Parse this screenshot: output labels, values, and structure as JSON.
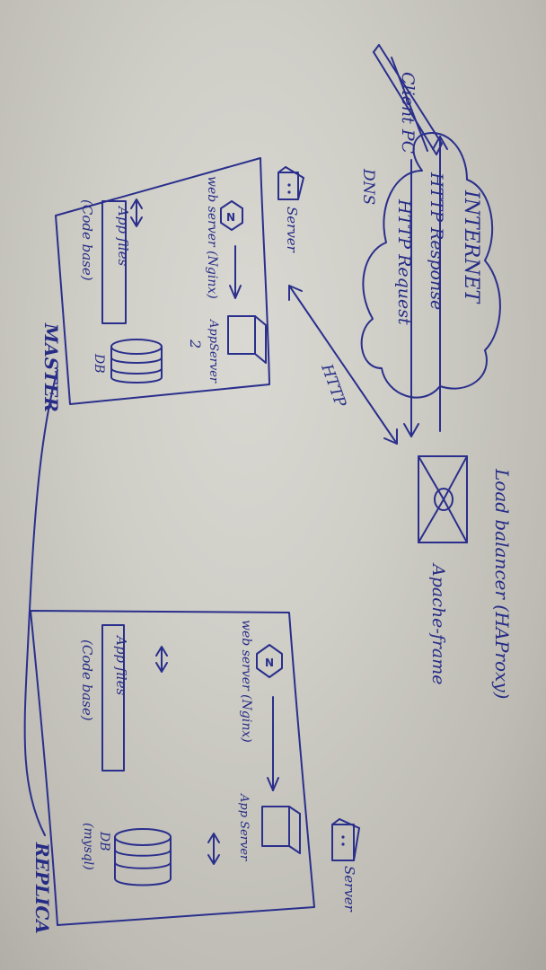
{
  "colors": {
    "paper": "#d2d1ca",
    "ink": "#2a2f8c"
  },
  "labels": {
    "internet": "INTERNET",
    "http_response": "HTTP Response",
    "http_request": "HTTP Request",
    "client_pc": "Client PC",
    "dns": "DNS",
    "http": "HTTP",
    "load_balancer": "Load balancer (HAProxy)",
    "apache_frame": "Apache-frame",
    "master": "MASTER",
    "replica": "REPLICA",
    "server_a": {
      "server": "Server",
      "web_server": "web server (Nginx)",
      "app_server": "AppServer",
      "app_files": "App files",
      "code_base": "(Code base)",
      "db": "DB"
    },
    "server_b": {
      "server": "Server",
      "web_server": "web server (Nginx)",
      "app_server": "App Server",
      "app_files": "App files",
      "code_base": "(Code base)",
      "db": "DB",
      "mysql": "(mysql)"
    }
  },
  "icons": [
    "nginx-logo-icon",
    "server-rack-icon",
    "database-cylinder-icon",
    "app-server-box-icon",
    "load-balancer-envelope-icon",
    "monitor-icon"
  ]
}
